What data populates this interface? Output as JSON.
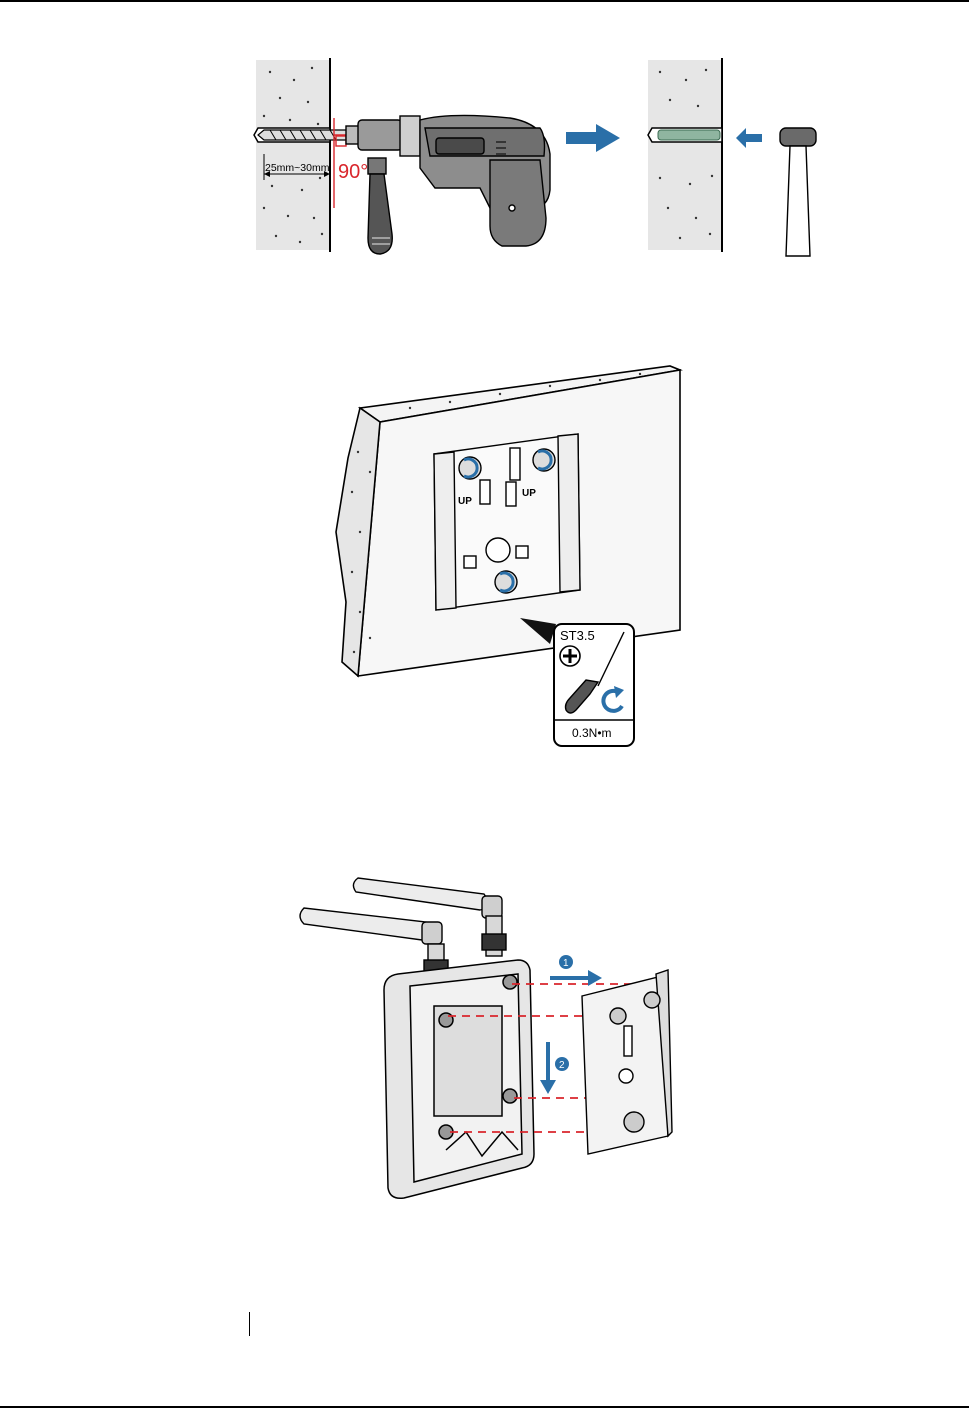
{
  "figure1": {
    "depth_label": "25mm~30mm",
    "angle_label": "90°"
  },
  "figure2": {
    "up_label": "UP",
    "screw_type": "ST3.5",
    "torque": "0.3N•m"
  },
  "figure3": {
    "step1": "1",
    "step2": "2"
  },
  "colors": {
    "accent_blue": "#2a6fa8",
    "drill_red": "#d9262c",
    "wall_gray": "#e6e6e6",
    "anchor_green": "#8fb5a0"
  }
}
